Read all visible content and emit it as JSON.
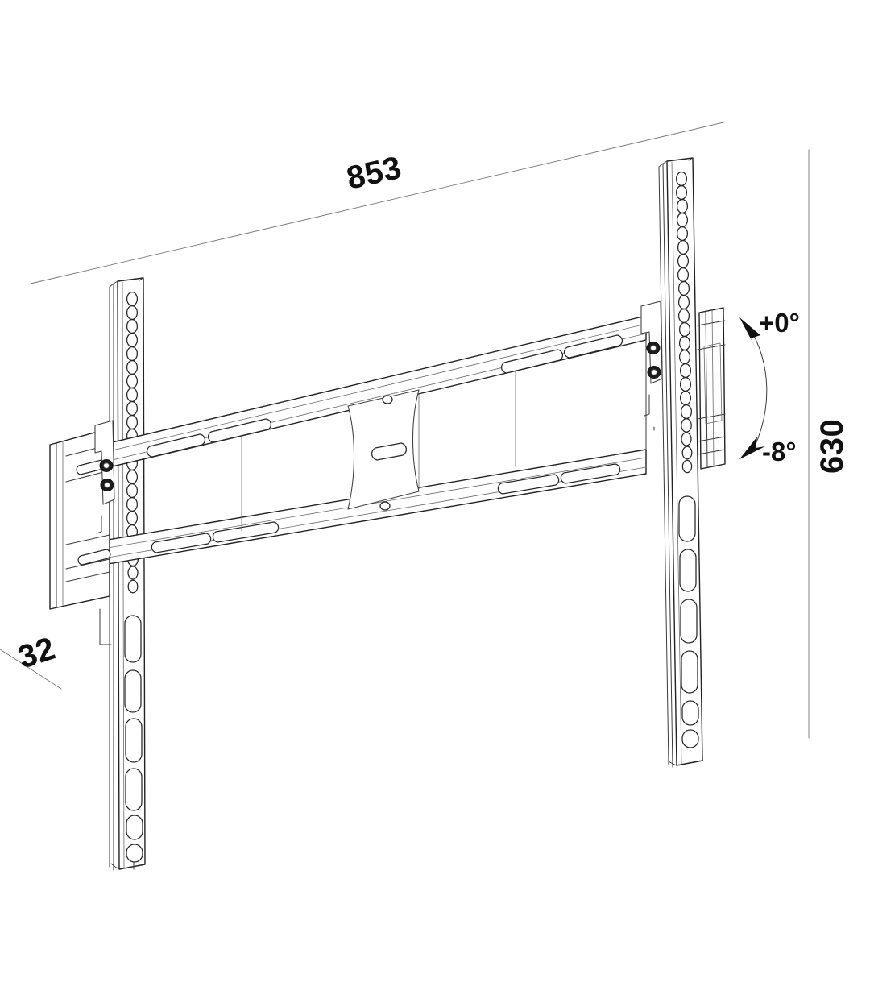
{
  "document": {
    "kind": "technical-drawing",
    "subject": "tilting TV wall mount bracket",
    "background_color": "#ffffff",
    "line_color": "#222222",
    "dimension_line_color": "#777777",
    "text_color": "#111111"
  },
  "dimensions": {
    "width": {
      "value": "853",
      "name": "overall-width",
      "orientation": "horizontal-diagonal"
    },
    "height": {
      "value": "630",
      "name": "overall-height",
      "orientation": "vertical-rotated"
    },
    "depth": {
      "value": "32",
      "name": "overall-depth",
      "orientation": "angled"
    }
  },
  "tilt": {
    "max_label": "+0°",
    "min_label": "-8°",
    "range_name": "tilt-range-indicator"
  },
  "parts": {
    "left_rail": {
      "name": "left-vertical-rail",
      "round_holes": 22,
      "slots": 6
    },
    "right_rail": {
      "name": "right-vertical-rail",
      "round_holes": 22,
      "slots": 6
    },
    "wall_plate": {
      "name": "horizontal-wall-plate",
      "upper_slots": 6,
      "lower_slots": 6
    },
    "center_plate": {
      "name": "center-mounting-plate",
      "center_slot": 1,
      "fixing_holes": 2
    },
    "left_bracket": {
      "name": "left-tilt-bracket",
      "bolts": 2
    },
    "right_bracket": {
      "name": "right-tilt-bracket",
      "bolts": 2
    }
  }
}
